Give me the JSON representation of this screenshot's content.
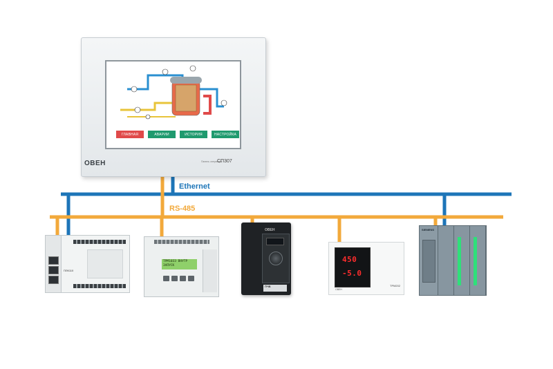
{
  "hmi": {
    "brand": "ОВЕН",
    "model": "СП307",
    "model_caption": "Панель оператора",
    "screen_buttons": [
      "ГЛАВНАЯ",
      "АВАРИИ",
      "ИСТОРИЯ",
      "НАСТРОЙКА"
    ],
    "screen_button_colors": [
      "#e04a4a",
      "#1f9a6e",
      "#1f9a6e",
      "#1f9a6e"
    ]
  },
  "buses": {
    "ethernet": {
      "label": "Ethernet",
      "color": "#1d75b8"
    },
    "rs485": {
      "label": "RS-485",
      "color": "#f2a93b"
    }
  },
  "devices": [
    {
      "id": "plc",
      "label": "ПЛК110"
    },
    {
      "id": "controller",
      "lcd_line1": "ТРМ1033 ВНУТР",
      "lcd_line2": "ЗАПУСК"
    },
    {
      "id": "frequency-converter",
      "brand": "ОВЕН",
      "caption": "ПЧВ"
    },
    {
      "id": "indicator",
      "value_top": "450",
      "value_bottom": "-5.0",
      "caption": "ТРМ202",
      "brand": "ОВЕН"
    },
    {
      "id": "siemens-plc",
      "brand": "SIEMENS"
    }
  ]
}
